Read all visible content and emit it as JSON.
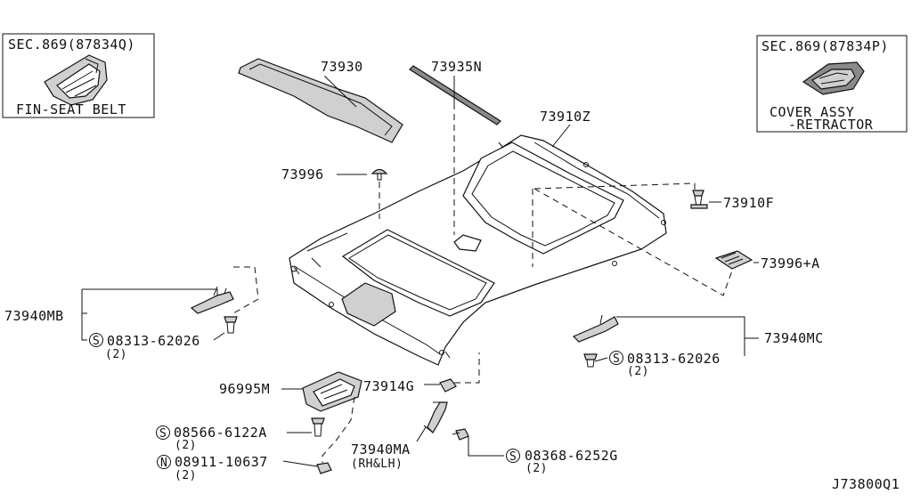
{
  "insets": {
    "left": {
      "section": "SEC.869(87834Q)",
      "caption": "FIN-SEAT BELT"
    },
    "right": {
      "section": "SEC.869(87834P)",
      "caption_line1": "COVER ASSY",
      "caption_line2": "-RETRACTOR"
    }
  },
  "parts": {
    "p73930": "73930",
    "p73935n": "73935N",
    "p73910z": "73910Z",
    "p73996": "73996",
    "p73910f": "73910F",
    "p73996a": "73996+A",
    "p73940mb": "73940MB",
    "p73940mc": "73940MC",
    "p96995m": "96995M",
    "p73914g": "73914G",
    "p73940ma": "73940MA",
    "p73940ma_note": "(RH&LH)"
  },
  "fasteners": {
    "f1": {
      "symbol": "S",
      "code": "08313-62026",
      "qty": "(2)"
    },
    "f2": {
      "symbol": "S",
      "code": "08313-62026",
      "qty": "(2)"
    },
    "f3": {
      "symbol": "S",
      "code": "08566-6122A",
      "qty": "(2)"
    },
    "f4": {
      "symbol": "N",
      "code": "08911-10637",
      "qty": "(2)"
    },
    "f5": {
      "symbol": "S",
      "code": "08368-6252G",
      "qty": "(2)"
    }
  },
  "diagram_id": "J73800Q1"
}
